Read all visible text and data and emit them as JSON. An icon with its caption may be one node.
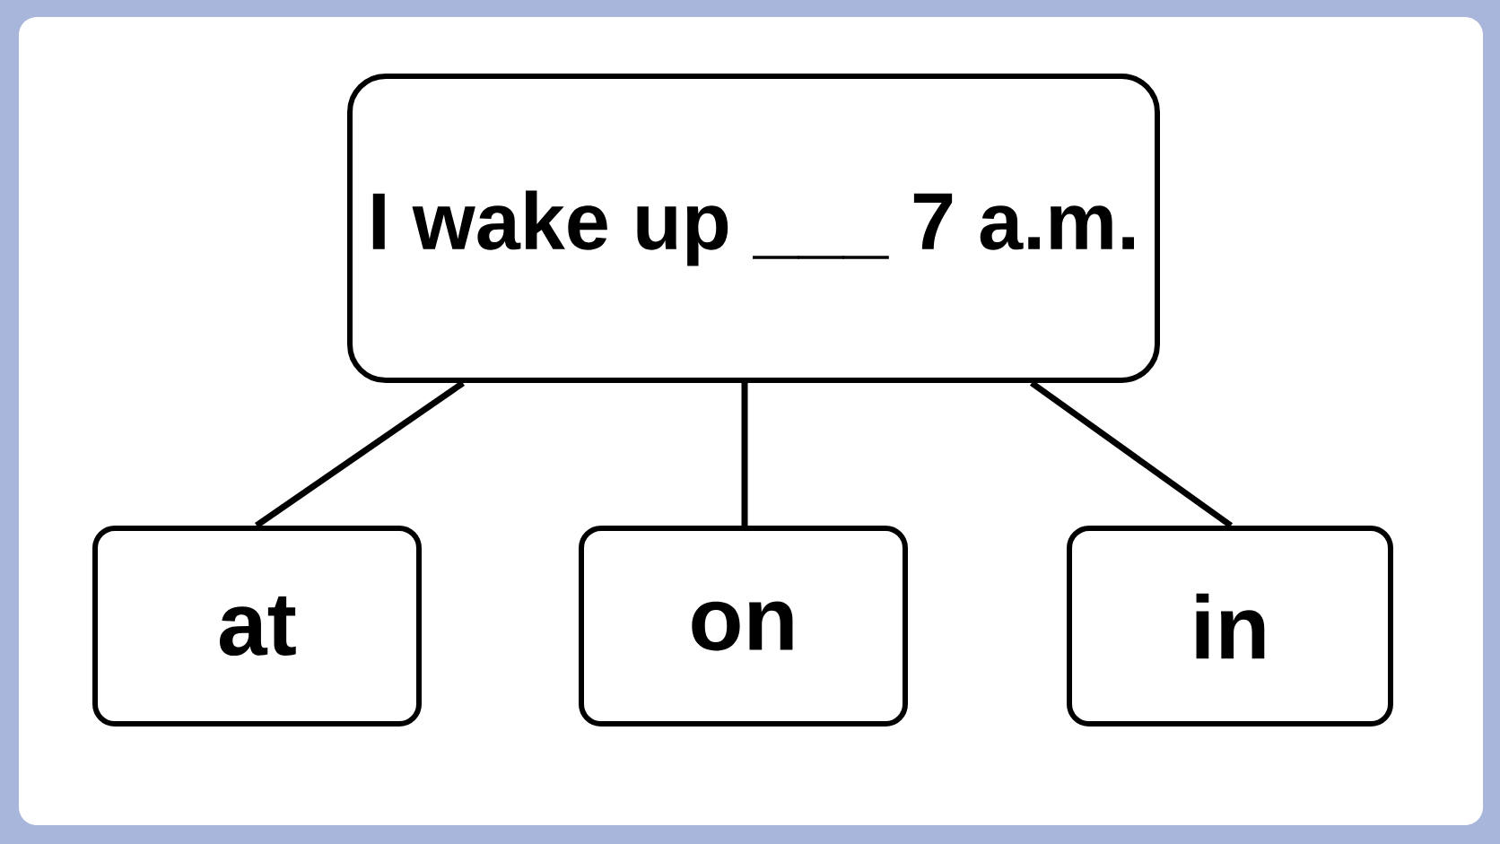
{
  "diagram": {
    "nodes": [
      {
        "text": [
          "I wake up ___ 7 a.m."
        ]
      },
      {
        "text": [
          "at"
        ]
      },
      {
        "text": [
          "on"
        ]
      },
      {
        "text": [
          "in"
        ]
      }
    ],
    "edges": [
      {
        "from": 0,
        "to": 1,
        "arrow": "none"
      },
      {
        "from": 0,
        "to": 2,
        "arrow": "none"
      },
      {
        "from": 0,
        "to": 3,
        "arrow": "none"
      }
    ]
  }
}
